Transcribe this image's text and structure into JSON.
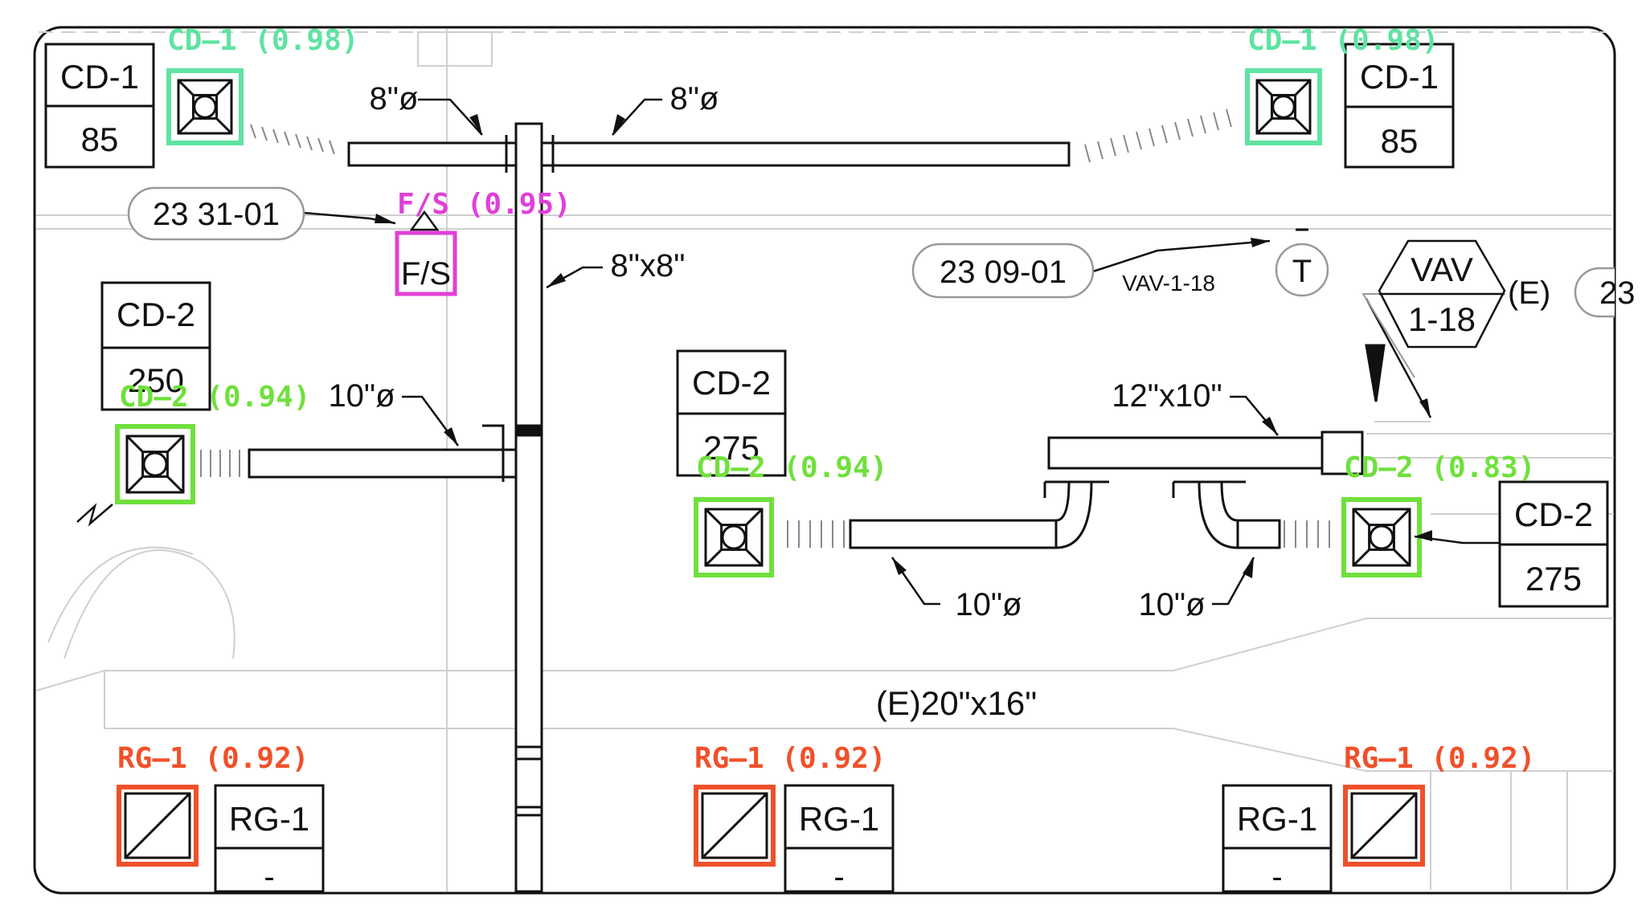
{
  "colors": {
    "cd1_box": "#5fe3a1",
    "cd2_box": "#6fe03c",
    "fs_box": "#e040d8",
    "rg_box": "#f0502a",
    "line": "#111111",
    "faint": "#cfcfcf"
  },
  "detections": [
    {
      "label": "CD-1",
      "score": "(0.98)",
      "text": "CD–1 (0.98)"
    },
    {
      "label": "CD-1",
      "score": "(0.98)",
      "text": "CD–1 (0.98)"
    },
    {
      "label": "F/S",
      "score": "(0.95)",
      "text": "F/S (0.95)"
    },
    {
      "label": "CD-2",
      "score": "(0.94)",
      "text": "CD–2 (0.94)"
    },
    {
      "label": "CD-2",
      "score": "(0.94)",
      "text": "CD–2 (0.94)"
    },
    {
      "label": "CD-2",
      "score": "(0.83)",
      "text": "CD–2 (0.83)"
    },
    {
      "label": "RG-1",
      "score": "(0.92)",
      "text": "RG–1 (0.92)"
    },
    {
      "label": "RG-1",
      "score": "(0.92)",
      "text": "RG–1 (0.92)"
    },
    {
      "label": "RG-1",
      "score": "(0.92)",
      "text": "RG–1 (0.92)"
    }
  ],
  "tags": {
    "cd1_left": {
      "type": "CD-1",
      "cfm": "85"
    },
    "cd1_right": {
      "type": "CD-1",
      "cfm": "85"
    },
    "cd2_left": {
      "type": "CD-2",
      "cfm": "250"
    },
    "cd2_mid": {
      "type": "CD-2",
      "cfm": "275"
    },
    "cd2_right": {
      "type": "CD-2",
      "cfm": "275"
    },
    "rg1_left": {
      "type": "RG-1",
      "cfm": "-"
    },
    "rg1_mid": {
      "type": "RG-1",
      "cfm": "-"
    },
    "rg1_right": {
      "type": "RG-1",
      "cfm": "-"
    }
  },
  "dims": {
    "d8a": "8\"ø",
    "d8b": "8\"ø",
    "d8x8": "8\"x8\"",
    "d10a": "10\"ø",
    "d12x10": "12\"x10\"",
    "d10b": "10\"ø",
    "d10c": "10\"ø",
    "main": "(E)20\"x16\""
  },
  "refs": {
    "ref1": "23 31-01",
    "ref2": "23 09-01",
    "ref3": "23"
  },
  "fs_label": "F/S",
  "thermostat": {
    "tag": "VAV-1-18",
    "symbol": "T"
  },
  "vav": {
    "line1": "VAV",
    "line2": "1-18",
    "existing": "(E)"
  }
}
